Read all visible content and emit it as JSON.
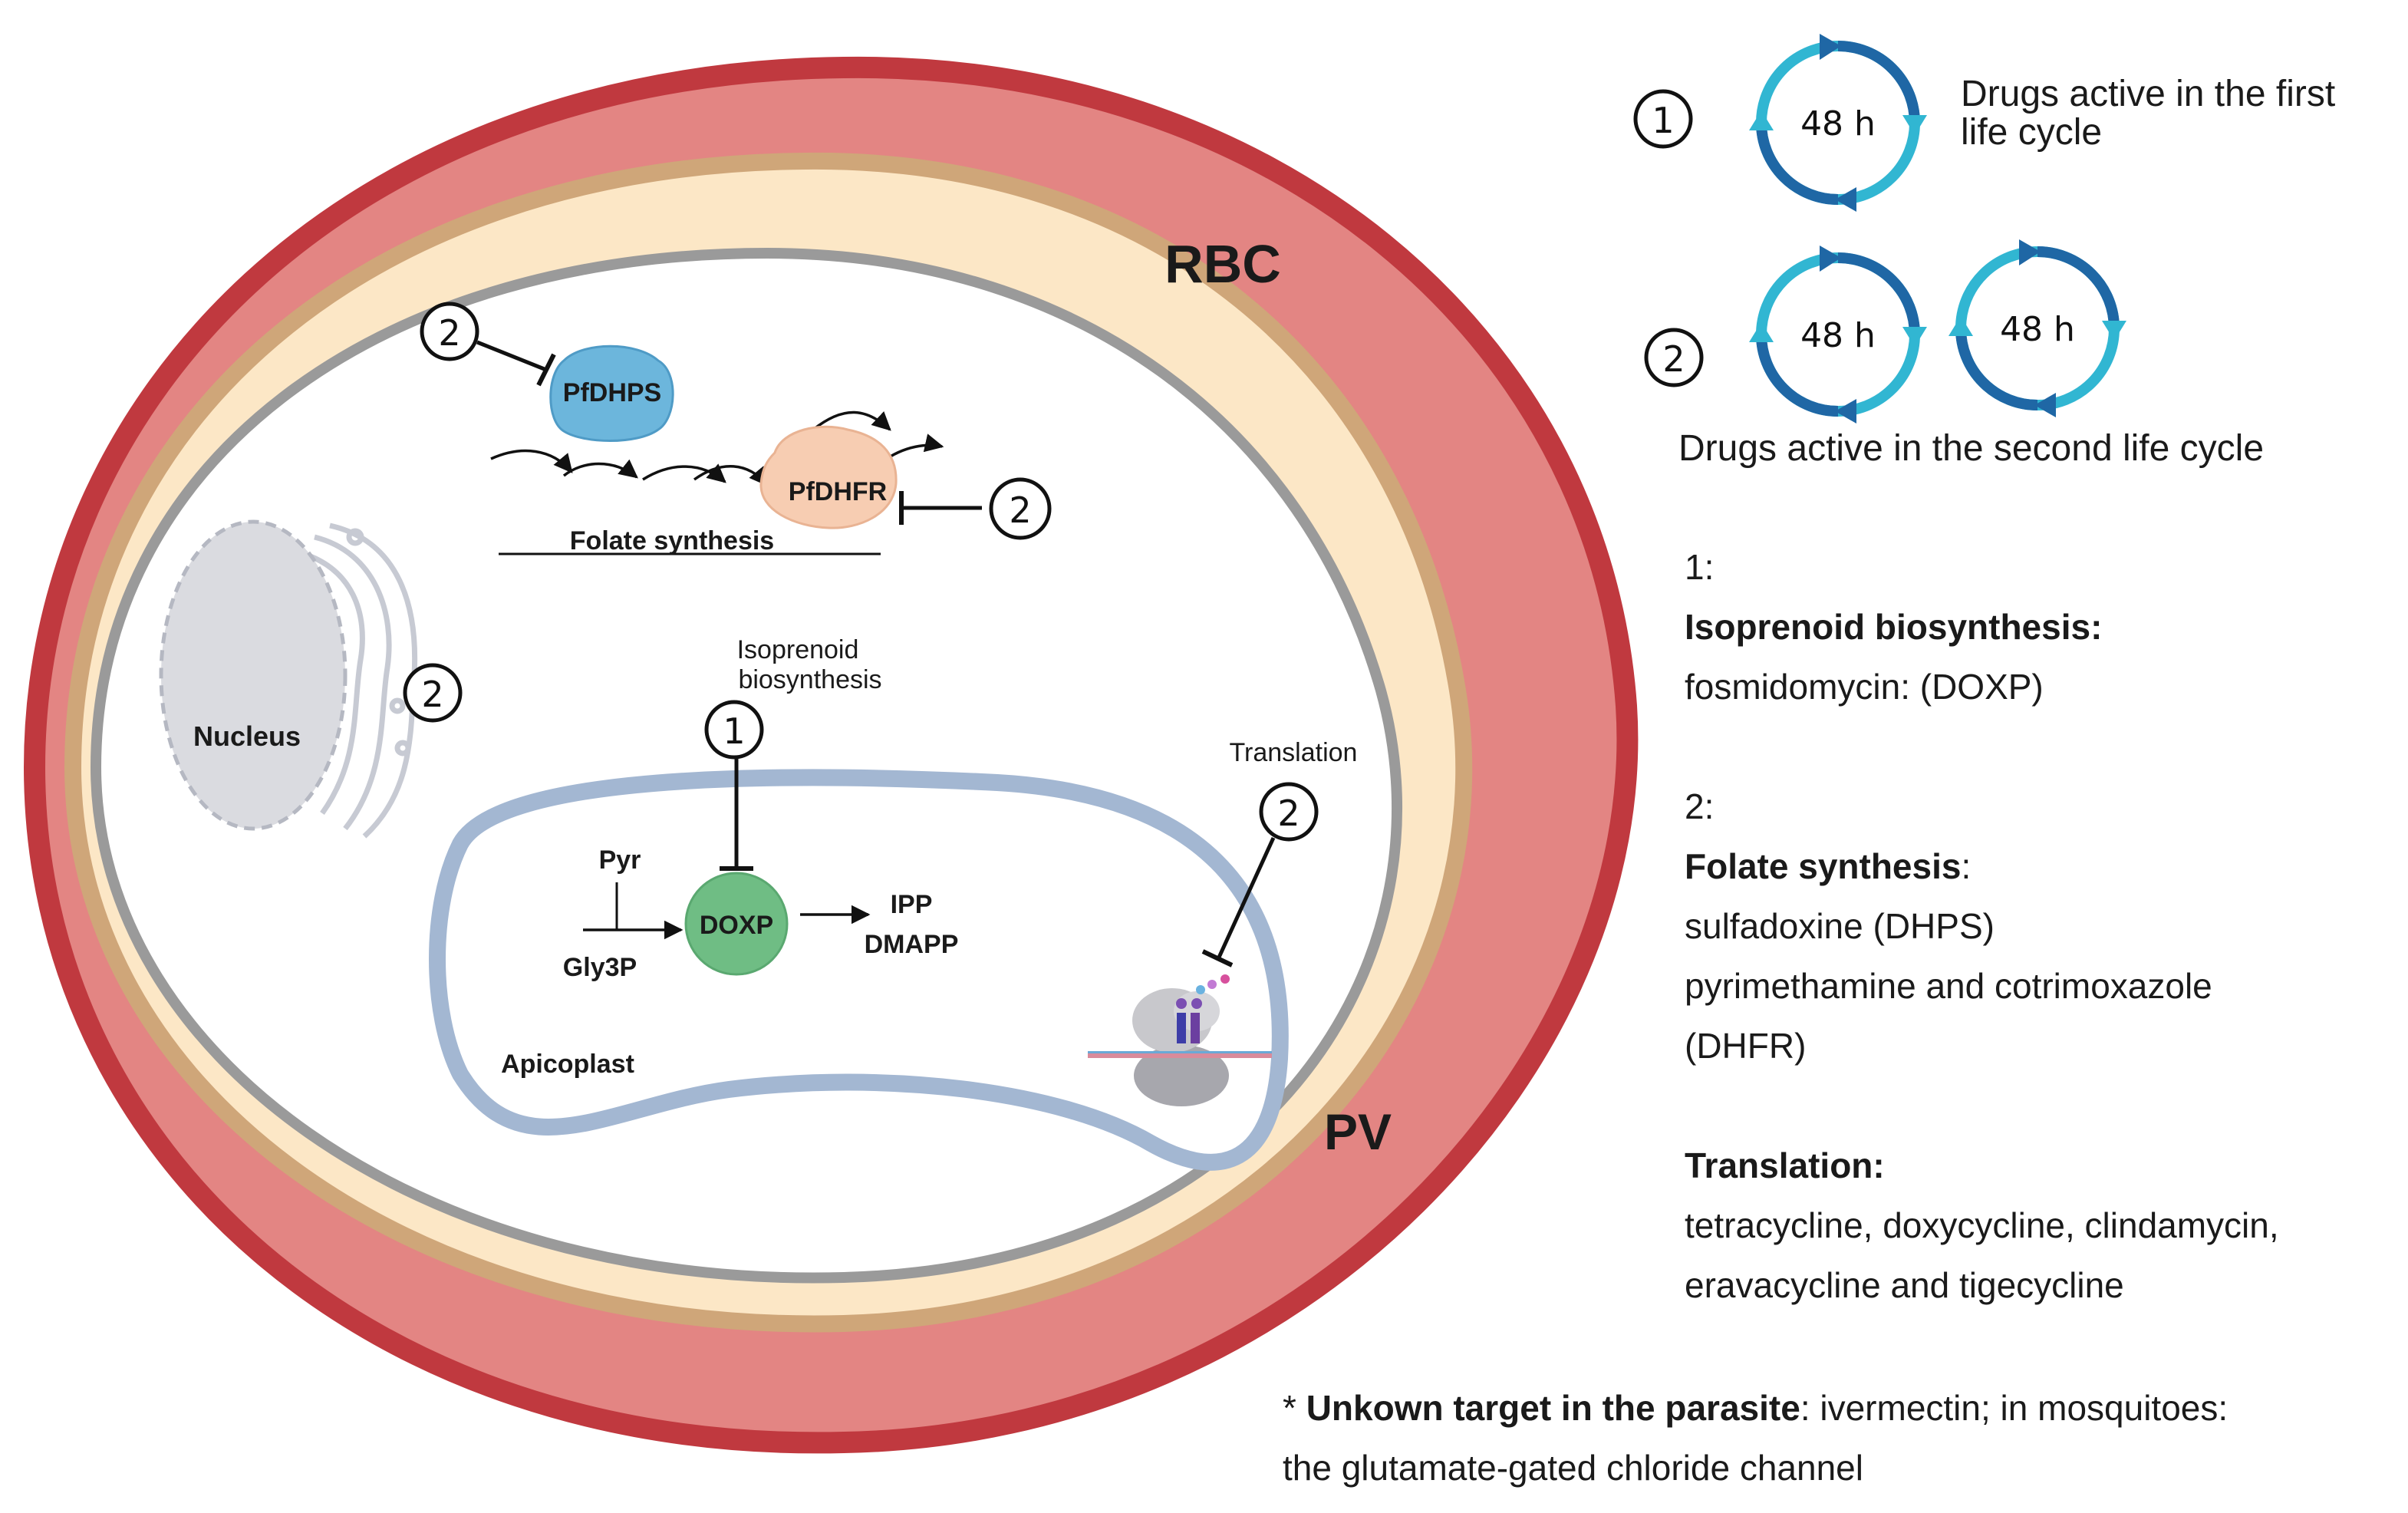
{
  "colors": {
    "rbc_outer": "#c0393f",
    "rbc_fill": "#e38583",
    "pv_tan": "#cfa679",
    "pv_fill": "#fce7c6",
    "parasite_membrane": "#9a9a9a",
    "apicoplast": "#a3b7d2",
    "pfdhps": "#6cb6dc",
    "pfdhfr": "#f7cdb2",
    "doxp": "#6fbd84",
    "nucleus": "#dadbe0",
    "cycle_dark": "#1f67a5",
    "cycle_light": "#31b6d2"
  },
  "diagram": {
    "rbc_label": "RBC",
    "pv_label": "PV",
    "nucleus_label": "Nucleus",
    "pfdhps_label": "PfDHPS",
    "pfdhfr_label": "PfDHFR",
    "folate_label": "Folate synthesis",
    "isoprenoid_label_1": "Isoprenoid",
    "isoprenoid_label_2": "biosynthesis",
    "translation_label": "Translation",
    "doxp_label": "DOXP",
    "pyr_label": "Pyr",
    "gly3p_label": "Gly3P",
    "ipp_label": "IPP",
    "dmapp_label": "DMAPP",
    "apicoplast_label": "Apicoplast",
    "marker_one": "1",
    "marker_two": "2"
  },
  "cycle_key": {
    "hours_label": "48 h",
    "first_cycle_text_1": "Drugs active in the first",
    "first_cycle_text_2": "life cycle",
    "second_cycle_text": "Drugs active in the second life cycle"
  },
  "legend": {
    "group1_number": "1:",
    "group1_heading": "Isoprenoid biosynthesis:",
    "group1_drug": "fosmidomycin: (DOXP)",
    "group2_number": "2:",
    "group2_heading": "Folate synthesis",
    "group2_heading_colon": ":",
    "group2_drug_1": "sulfadoxine (DHPS)",
    "group2_drug_2": "pyrimethamine and cotrimoxazole",
    "group2_drug_3": "(DHFR)",
    "translation_heading": "Translation:",
    "translation_drugs_1": "tetracycline, doxycycline, clindamycin,",
    "translation_drugs_2": "eravacycline and tigecycline"
  },
  "footnote": {
    "asterisk": "* ",
    "bold_part": "Unkown target in the parasite",
    "rest_part_1": ": ivermectin; in mosquitoes:",
    "rest_part_2": "the glutamate-gated chloride channel"
  }
}
